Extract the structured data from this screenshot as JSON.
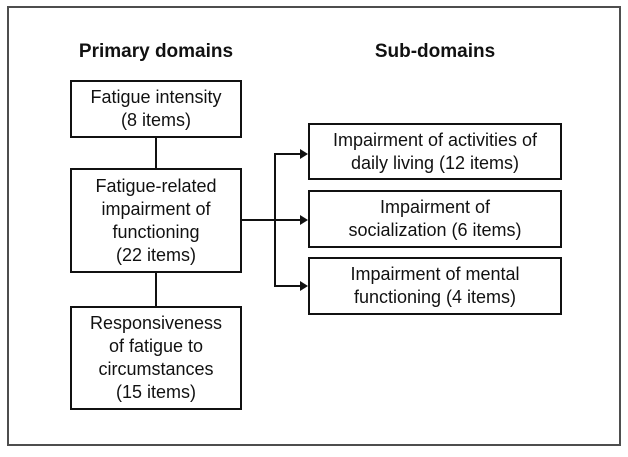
{
  "colors": {
    "background": "#ffffff",
    "frame_border": "#4e4e4e",
    "box_border": "#111111",
    "text": "#111111",
    "connector": "#111111"
  },
  "headers": {
    "primary": "Primary domains",
    "sub": "Sub-domains"
  },
  "primary_domains": [
    {
      "lines": [
        "Fatigue intensity",
        "(8 items)"
      ]
    },
    {
      "lines": [
        "Fatigue-related",
        "impairment of",
        "functioning",
        "(22 items)"
      ]
    },
    {
      "lines": [
        "Responsiveness",
        "of fatigue to",
        "circumstances",
        "(15 items)"
      ]
    }
  ],
  "sub_domains": [
    {
      "lines": [
        "Impairment of activities of",
        "daily living (12 items)"
      ]
    },
    {
      "lines": [
        "Impairment of",
        "socialization (6 items)"
      ]
    },
    {
      "lines": [
        "Impairment of mental",
        "functioning (4 items)"
      ]
    }
  ]
}
